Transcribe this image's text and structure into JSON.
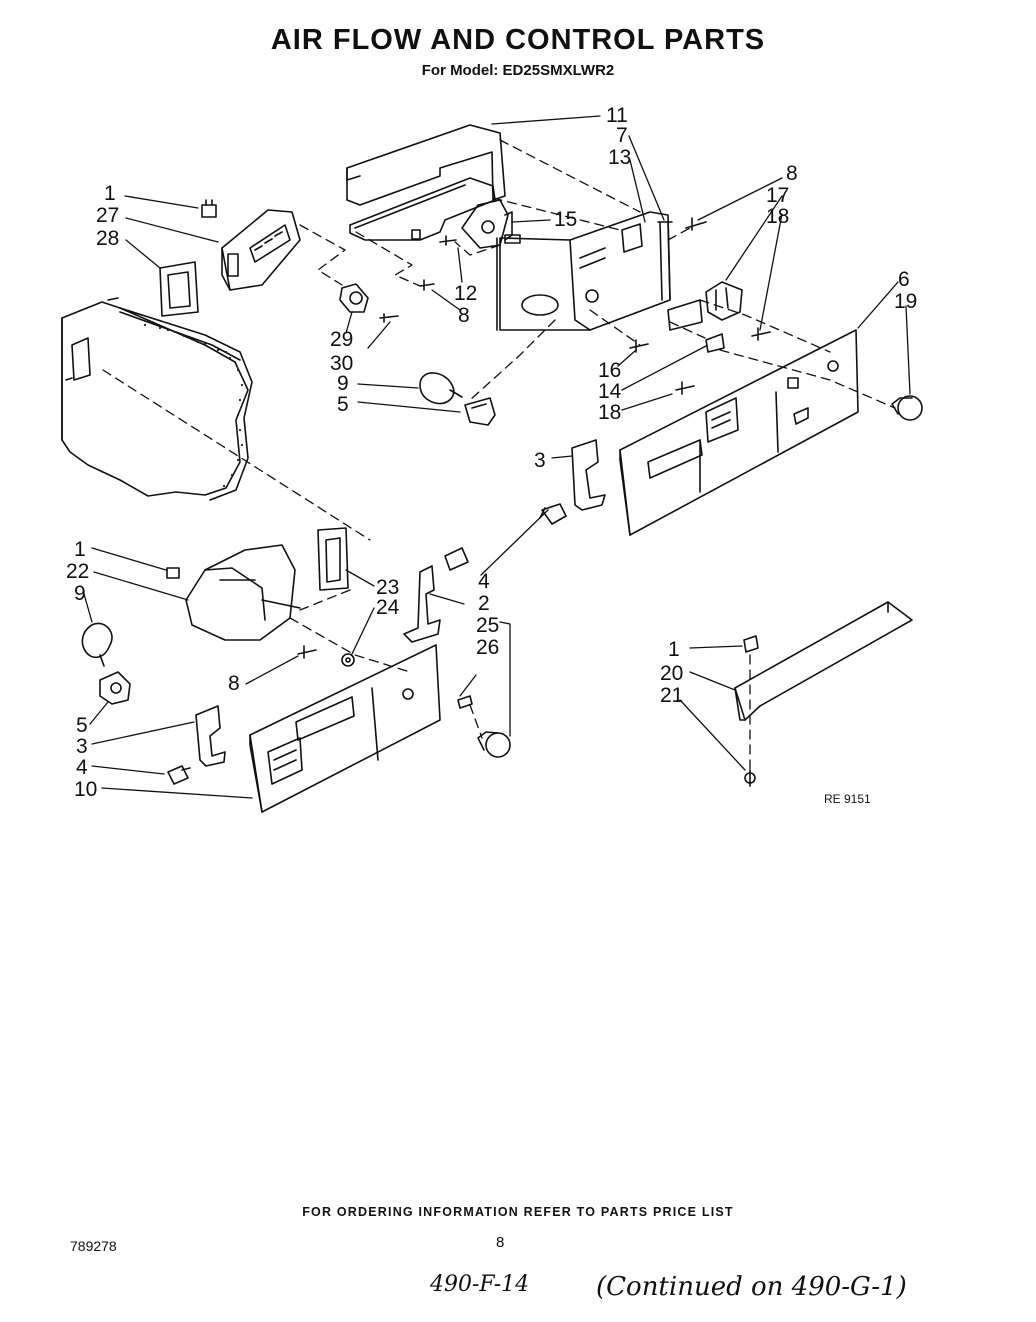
{
  "title": "AIR FLOW AND CONTROL PARTS",
  "subtitle": "For Model: ED25SMXLWR2",
  "diagram_ref": "RE 9151",
  "footer_note": "FOR ORDERING INFORMATION REFER TO PARTS PRICE LIST",
  "doc_number": "789278",
  "page_number": "8",
  "handwritten_ref": "490-F-14",
  "handwritten_note": "(Continued on 490-G-1)",
  "callouts": [
    "1",
    "27",
    "28",
    "29",
    "30",
    "9",
    "5",
    "11",
    "7",
    "13",
    "15",
    "12",
    "8",
    "8",
    "17",
    "18",
    "6",
    "19",
    "16",
    "14",
    "18",
    "3",
    "1",
    "22",
    "9",
    "23",
    "24",
    "4",
    "2",
    "25",
    "26",
    "8",
    "5",
    "3",
    "4",
    "10",
    "1",
    "20",
    "21"
  ]
}
